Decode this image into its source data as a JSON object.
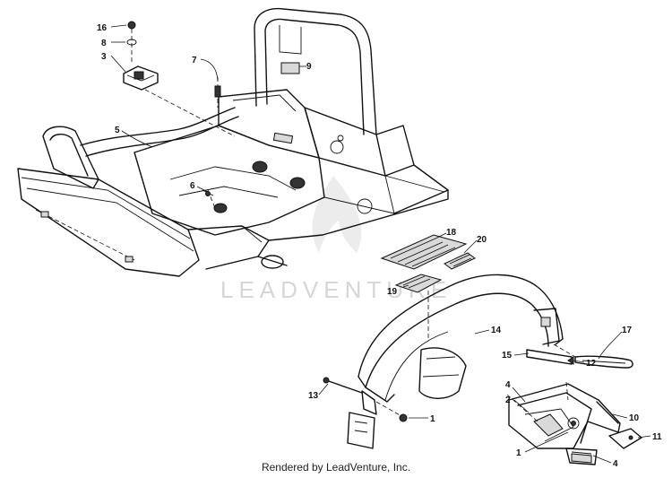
{
  "watermark": {
    "text": "LEADVENTURE"
  },
  "credit": {
    "text": "Rendered by LeadVenture, Inc."
  },
  "callouts": {
    "c16": "16",
    "c8": "8",
    "c3": "3",
    "c7": "7",
    "c9": "9",
    "c5": "5",
    "c6": "6",
    "c18": "18",
    "c20": "20",
    "c19": "19",
    "c14": "14",
    "c17": "17",
    "c15": "15",
    "c12": "12",
    "c13": "13",
    "c1a": "1",
    "c4a": "4",
    "c2": "2",
    "c10": "10",
    "c11": "11",
    "c1b": "1",
    "c4b": "4"
  }
}
